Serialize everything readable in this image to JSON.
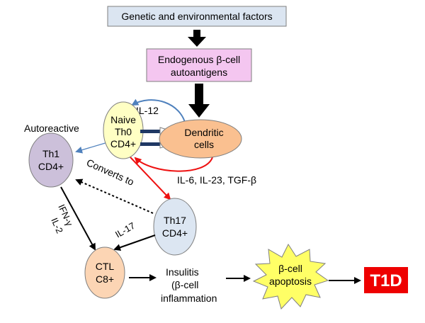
{
  "colors": {
    "genetic_box": "#dbe5f1",
    "antigen_box": "#f4c6f0",
    "naive": "#ffffc4",
    "dendritic": "#fac090",
    "th1": "#ccc0da",
    "th17": "#dce6f2",
    "ctl": "#fcd5b4",
    "apoptosis": "#ffff66",
    "t1d": "#ee0000",
    "il12_arrow": "#4f81bd",
    "red_arrow": "#ee1111",
    "connector": "#1f3864"
  },
  "nodes": {
    "genetic": "Genetic and environmental factors",
    "antigen_line1": "Endogenous β-cell",
    "antigen_line2": "autoantigens",
    "naive_line1": "Naive",
    "naive_line2": "Th0",
    "naive_line3": "CD4+",
    "dendritic_line1": "Dendritic",
    "dendritic_line2": "cells",
    "th1_line1": "Th1",
    "th1_line2": "CD4+",
    "th17_line1": "Th17",
    "th17_line2": "CD4+",
    "ctl_line1": "CTL",
    "ctl_line2": "C8+",
    "apoptosis_line1": "β-cell",
    "apoptosis_line2": "apoptosis",
    "t1d": "T1D"
  },
  "labels": {
    "autoreactive": "Autoreactive",
    "il12": "IL-12",
    "cytokines": "IL-6, IL-23, TGF-β",
    "converts_to": "Converts to",
    "ifn_gamma": "IFN-γ",
    "il2": "IL-2",
    "il17": "IL-17",
    "insulitis_line1": "Insulitis",
    "insulitis_line2": "(β-cell",
    "insulitis_line3": "inflammation"
  }
}
